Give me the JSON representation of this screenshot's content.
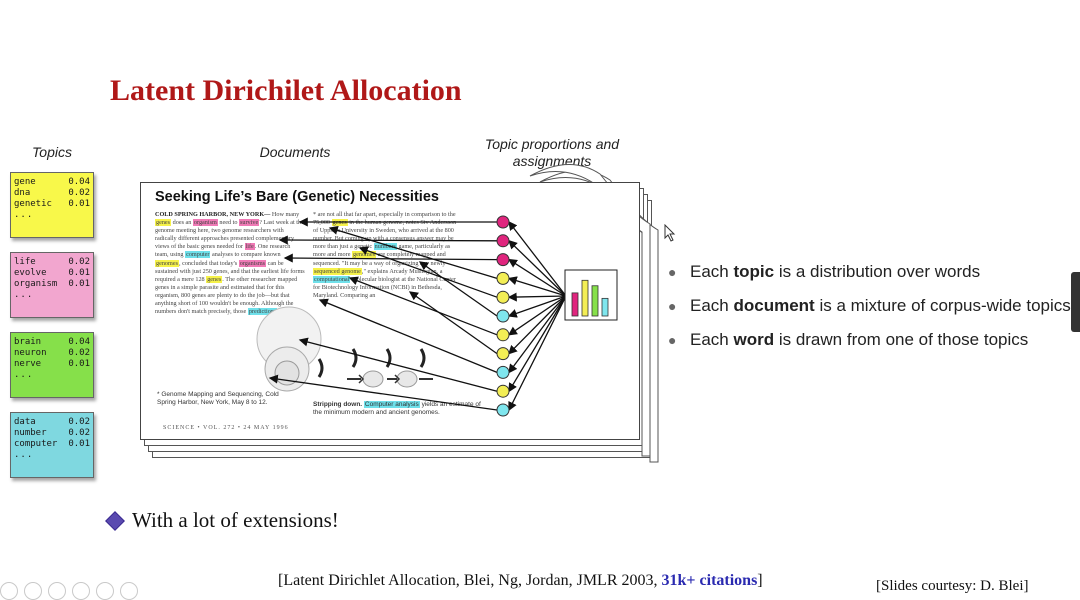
{
  "slide": {
    "title": "Latent Dirichilet Allocation",
    "column_topics": "Topics",
    "column_documents": "Documents",
    "column_proportions_line1": "Topic proportions and",
    "column_proportions_line2": "assignments"
  },
  "topics": [
    {
      "color": "#f8f84a",
      "words": [
        {
          "w": "gene",
          "p": "0.04"
        },
        {
          "w": "dna",
          "p": "0.02"
        },
        {
          "w": "genetic",
          "p": "0.01"
        }
      ],
      "more": "..."
    },
    {
      "color": "#f2a6cf",
      "words": [
        {
          "w": "life",
          "p": "0.02"
        },
        {
          "w": "evolve",
          "p": "0.01"
        },
        {
          "w": "organism",
          "p": "0.01"
        }
      ],
      "more": "..."
    },
    {
      "color": "#86e04a",
      "words": [
        {
          "w": "brain",
          "p": "0.04"
        },
        {
          "w": "neuron",
          "p": "0.02"
        },
        {
          "w": "nerve",
          "p": "0.01"
        }
      ],
      "more": "..."
    },
    {
      "color": "#7fd8e0",
      "words": [
        {
          "w": "data",
          "p": "0.02"
        },
        {
          "w": "number",
          "p": "0.02"
        },
        {
          "w": "computer",
          "p": "0.01"
        }
      ],
      "more": "..."
    }
  ],
  "document": {
    "headline": "Seeking Life’s Bare (Genetic) Necessities",
    "dateline": "COLD SPRING HARBOR, NEW YORK—",
    "footnote": "* Genome Mapping and Sequencing, Cold Spring Harbor, New York, May 8 to 12.",
    "caption_bold": "Stripping down.",
    "caption_hl": "Computer analysis",
    "caption_rest": "yields an estimate of the minimum modern and ancient genomes.",
    "footer": "SCIENCE • VOL. 272 • 24 MAY 1996"
  },
  "topic_dots": [
    "#e0257e",
    "#e0257e",
    "#e0257e",
    "#f3ee55",
    "#f3ee55",
    "#7fe6ee",
    "#f3ee55",
    "#f3ee55",
    "#7fe6ee",
    "#f3ee55",
    "#7fe6ee"
  ],
  "histogram": {
    "colors": [
      "#e0257e",
      "#f3ee55",
      "#86e04a",
      "#7fe6ee"
    ],
    "values": [
      0.55,
      0.85,
      0.72,
      0.42
    ]
  },
  "bullets": [
    {
      "pre": "Each ",
      "bold": "topic",
      "post": " is a distribution over words"
    },
    {
      "pre": "Each ",
      "bold": "document",
      "post": " is a mixture of corpus-wide topics"
    },
    {
      "pre": "Each ",
      "bold": "word",
      "post": " is drawn from one of those topics"
    }
  ],
  "extensions": "With a lot of extensions!",
  "citation": {
    "pre": "[Latent Dirichlet Allocation, Blei, Ng, Jordan, JMLR 2003, ",
    "cites": "31k+ citations",
    "post": "]"
  },
  "courtesy": "[Slides courtesy: D. Blei]"
}
